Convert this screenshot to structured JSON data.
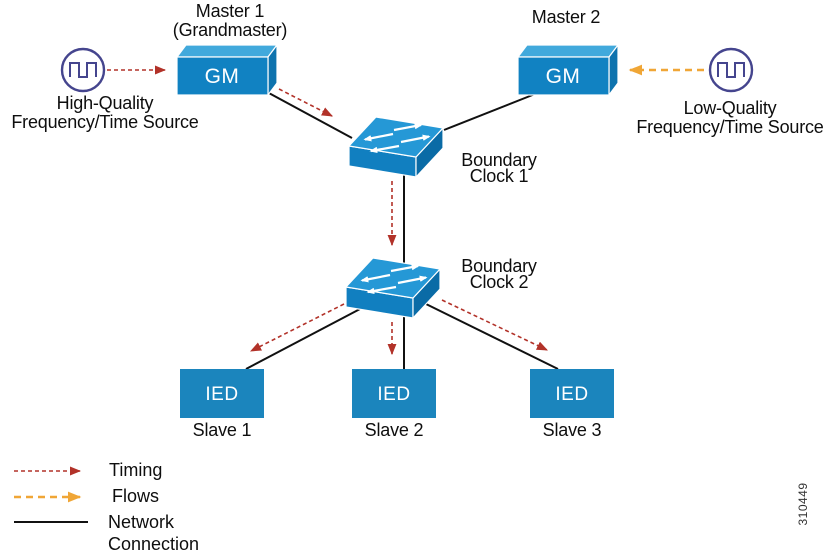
{
  "figure": {
    "number": "310449"
  },
  "nodes": {
    "master1": {
      "title": "Master 1",
      "subtitle": "(Grandmaster)",
      "box_label": "GM"
    },
    "master2": {
      "title": "Master 2",
      "box_label": "GM"
    },
    "source_high": {
      "line1": "High-Quality",
      "line2": "Frequency/Time Source"
    },
    "source_low": {
      "line1": "Low-Quality",
      "line2": "Frequency/Time Source"
    },
    "boundary1": {
      "line1": "Boundary",
      "line2": "Clock 1"
    },
    "boundary2": {
      "line1": "Boundary",
      "line2": "Clock 2"
    },
    "ieds": [
      {
        "box_label": "IED",
        "caption": "Slave 1"
      },
      {
        "box_label": "IED",
        "caption": "Slave 2"
      },
      {
        "box_label": "IED",
        "caption": "Slave 3"
      }
    ]
  },
  "legend": {
    "timing_label": "Timing",
    "flows_label": "Flows",
    "network_label_line1": "Network",
    "network_label_line2": "Connection"
  },
  "icons": {
    "clock_source": "clock-waveform-icon",
    "switch": "ethernet-switch-icon"
  },
  "colors": {
    "timing_red": "#b23229",
    "flows_orange": "#f0a636",
    "network_black": "#111111",
    "box_front_blue": "#1182c2",
    "box_top_blue": "#41a9dc",
    "box_side_blue": "#0e73ae",
    "switch_top_blue": "#2598d6",
    "switch_front_blue": "#117fc0",
    "switch_side_blue": "#0a6ba6",
    "ied_blue": "#1b85bd",
    "clock_icon_indigo": "#45458e"
  }
}
